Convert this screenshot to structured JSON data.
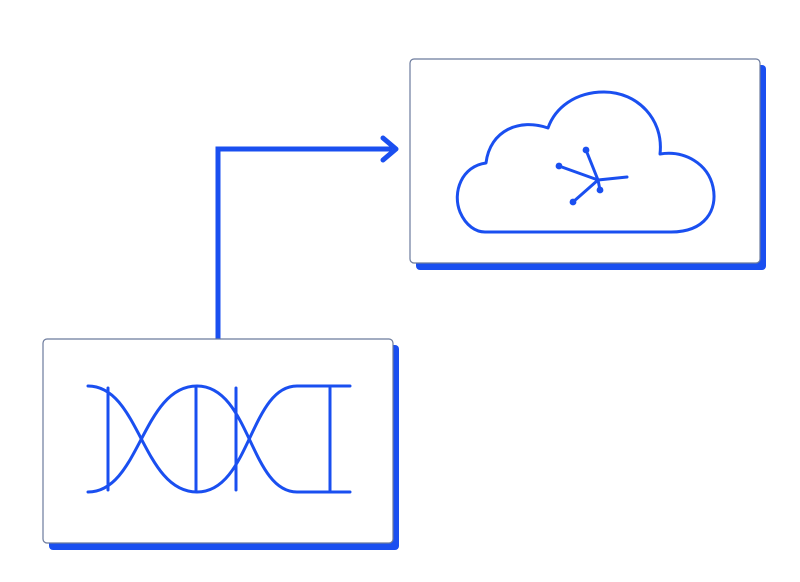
{
  "colors": {
    "accent": "#1a4ff0",
    "card_fill": "#ffffff",
    "card_border": "#6b7a9c",
    "background": "#ffffff"
  },
  "diagram": {
    "nodes": [
      {
        "id": "dna",
        "icon": "dna-helix-icon",
        "label": ""
      },
      {
        "id": "cloud",
        "icon": "cloud-network-icon",
        "label": ""
      }
    ],
    "edges": [
      {
        "from": "dna",
        "to": "cloud",
        "style": "elbow-arrow"
      }
    ]
  }
}
